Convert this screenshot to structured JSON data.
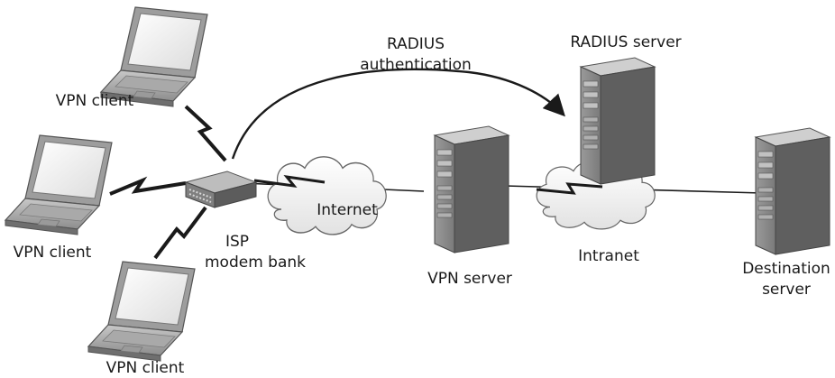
{
  "labels": {
    "vpn_client_top": "VPN client",
    "vpn_client_middle": "VPN client",
    "vpn_client_bottom": "VPN client",
    "isp_line1": "ISP",
    "isp_line2": "modem bank",
    "internet": "Internet",
    "radius_auth_line1": "RADIUS",
    "radius_auth_line2": "authentication",
    "radius_server": "RADIUS server",
    "vpn_server": "VPN server",
    "intranet": "Intranet",
    "destination_line1": "Destination",
    "destination_line2": "server"
  },
  "colors": {
    "ink": "#1a1a1a",
    "device_gray": "#8a8a8a",
    "device_light": "#bdbdbd",
    "device_dark": "#4a4a4a",
    "cloud_fill": "#f0f0f0"
  },
  "icons": {
    "laptop": "laptop-icon",
    "modem": "modem-bank-icon",
    "server": "server-tower-icon",
    "cloud": "cloud-icon",
    "link": "lightning-link-icon",
    "arrow": "curved-arrow-icon"
  }
}
